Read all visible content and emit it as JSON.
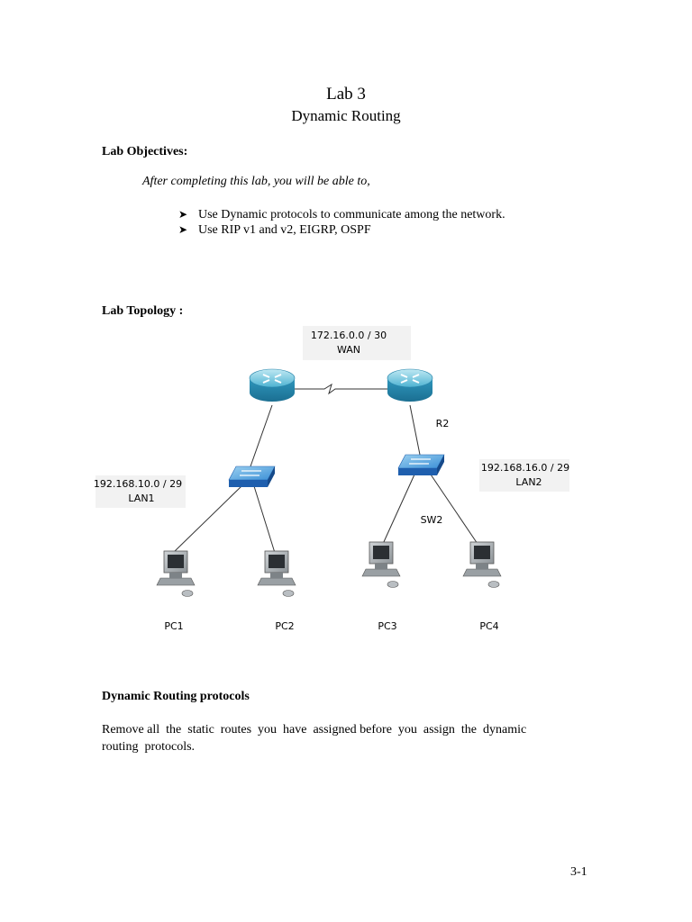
{
  "header": {
    "title": "Lab 3",
    "subtitle": "Dynamic Routing"
  },
  "objectives": {
    "heading": "Lab Objectives:",
    "intro": "After completing this lab, you will be able to,",
    "bullets": [
      "Use Dynamic protocols to communicate among the network.",
      "Use RIP v1 and v2, EIGRP, OSPF"
    ]
  },
  "topology": {
    "heading": "Lab  Topology :",
    "wan_subnet": "172.16.0.0 / 30",
    "wan_label": "WAN",
    "r2_label": "R2",
    "lan1_subnet": "192.168.10.0 / 29",
    "lan1_label": "LAN1",
    "lan2_subnet": "192.168.16.0 / 29",
    "lan2_label": "LAN2",
    "sw2_label": "SW2",
    "pcs": [
      "PC1",
      "PC2",
      "PC3",
      "PC4"
    ]
  },
  "routing": {
    "heading": "Dynamic Routing protocols",
    "line1": "Remove all  the  static  routes  you  have  assigned before  you  assign  the  dynamic",
    "line2": "routing  protocols."
  },
  "footer": {
    "page_number": "3-1"
  }
}
